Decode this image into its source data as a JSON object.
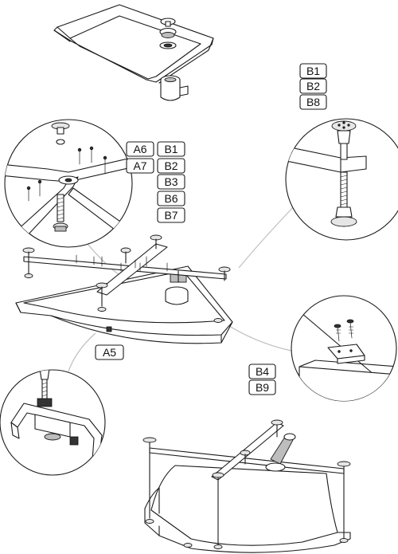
{
  "labels": {
    "A5": "A5",
    "A6": "A6",
    "A7": "A7",
    "B1": "B1",
    "B2": "B2",
    "B3": "B3",
    "B4": "B4",
    "B6": "B6",
    "B7": "B7",
    "B8": "B8",
    "B9": "B9"
  }
}
